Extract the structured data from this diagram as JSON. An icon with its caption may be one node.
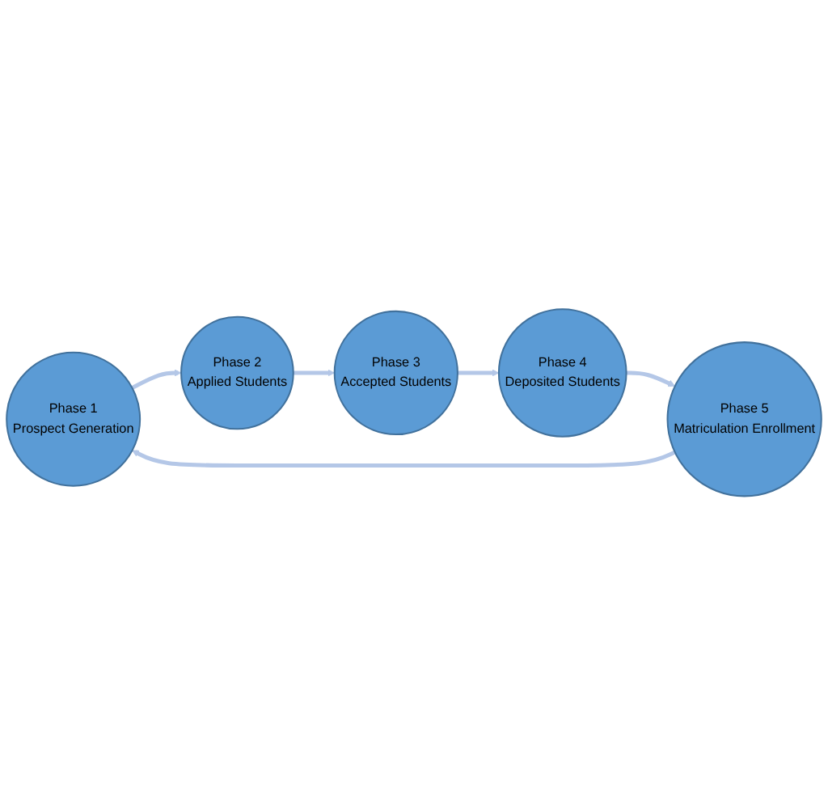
{
  "diagram": {
    "nodes": [
      {
        "text": [
          "Phase 1",
          "Prospect Generation"
        ]
      },
      {
        "text": [
          "Phase 2",
          "Applied Students"
        ]
      },
      {
        "text": [
          "Phase 3",
          "Accepted Students"
        ]
      },
      {
        "text": [
          "Phase 4",
          "Deposited Students"
        ]
      },
      {
        "text": [
          "Phase 5",
          "Matriculation Enrollment"
        ]
      }
    ],
    "edges": [
      {
        "from": 0,
        "to": 1,
        "arrow": "to"
      },
      {
        "from": 1,
        "to": 2,
        "arrow": "to"
      },
      {
        "from": 2,
        "to": 3,
        "arrow": "to"
      },
      {
        "from": 3,
        "to": 4,
        "arrow": "to"
      },
      {
        "from": 4,
        "to": 0,
        "arrow": "to"
      }
    ]
  }
}
